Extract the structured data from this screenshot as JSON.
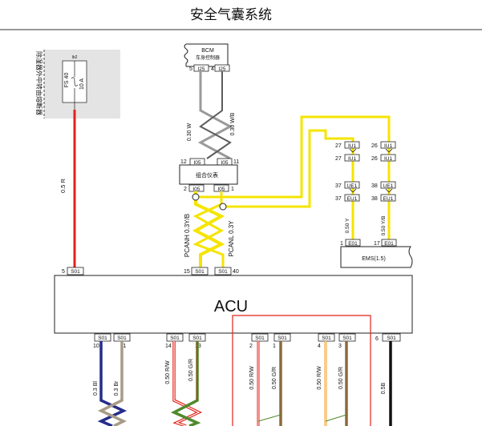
{
  "page_title": "安全气囊系统",
  "fuse_box": {
    "caption": "除湿器外中转由熔断器",
    "pin_top": "Ib2",
    "fuse_label": "FS 40",
    "amp_label": "10 A"
  },
  "bcm": {
    "name": "BCM",
    "subtitle": "车身控制器",
    "pins": [
      {
        "num": "5",
        "conn": "I25"
      },
      {
        "num": "4",
        "conn": "I25"
      }
    ]
  },
  "cluster": {
    "name": "组合仪表",
    "top_pins": [
      {
        "num": "12",
        "conn": "I05"
      },
      {
        "num": "11",
        "conn": "I05"
      }
    ],
    "bottom_pins": [
      {
        "num": "2",
        "conn": "I05"
      },
      {
        "num": "1",
        "conn": "I05"
      }
    ]
  },
  "ems": {
    "name": "EMS(1.5)",
    "pins": [
      {
        "num": "1",
        "conn": "E01"
      },
      {
        "num": "17",
        "conn": "E01"
      }
    ],
    "inline_connectors": [
      {
        "num_a": "27",
        "conn_a": "IU1",
        "num_b": "27",
        "conn_b": "IU1"
      },
      {
        "num_a": "26",
        "conn_a": "IU1",
        "num_b": "26",
        "conn_b": "IU1"
      },
      {
        "num_a": "37",
        "conn_a": "UE1",
        "num_b": "37",
        "conn_b": "EU1"
      },
      {
        "num_a": "38",
        "conn_a": "UE1",
        "num_b": "38",
        "conn_b": "EU1"
      }
    ]
  },
  "acu": {
    "name": "ACU",
    "top_pins": [
      {
        "num": "5",
        "conn": "S01"
      },
      {
        "num": "15",
        "conn": "S01"
      },
      {
        "num": "40",
        "conn": "S01"
      }
    ],
    "bottom_pins": [
      {
        "num": "10",
        "conn": "S01"
      },
      {
        "num": "11",
        "conn": "S01"
      },
      {
        "num": "14",
        "conn": "S01"
      },
      {
        "num": "13",
        "conn": "S01"
      },
      {
        "num": "2",
        "conn": "S01"
      },
      {
        "num": "1",
        "conn": "S01"
      },
      {
        "num": "4",
        "conn": "S01"
      },
      {
        "num": "3",
        "conn": "S01"
      },
      {
        "num": "6",
        "conn": "S01"
      }
    ]
  },
  "wire_labels": {
    "power": "0.5  R",
    "bcm_w": "0.30  W",
    "bcm_wb": "0.30  W/B",
    "can_h": "PCANH 0.3Y/B",
    "can_l": "PCANL 0.3Y",
    "ems_y": "0.50 Y",
    "ems_yb": "0.50 Y/B",
    "bl": "0.3 Bl",
    "br": "0.3 Br",
    "rw1": "0.50 R/W",
    "gr1": "0.50 G/R",
    "rw2": "0.50 R/W",
    "gr2": "0.50 G/R",
    "rw3": "0.50 R/W",
    "gr3": "0.50 G/R",
    "b": "0.5B"
  },
  "colors": {
    "red": "#e32219",
    "yellow": "#f5e400",
    "gray": "#9a9a9a",
    "navy": "#262c8c",
    "brown": "#8b6a3a",
    "green": "#4f8a2b",
    "orange": "#f39a1e",
    "black": "#111111"
  }
}
